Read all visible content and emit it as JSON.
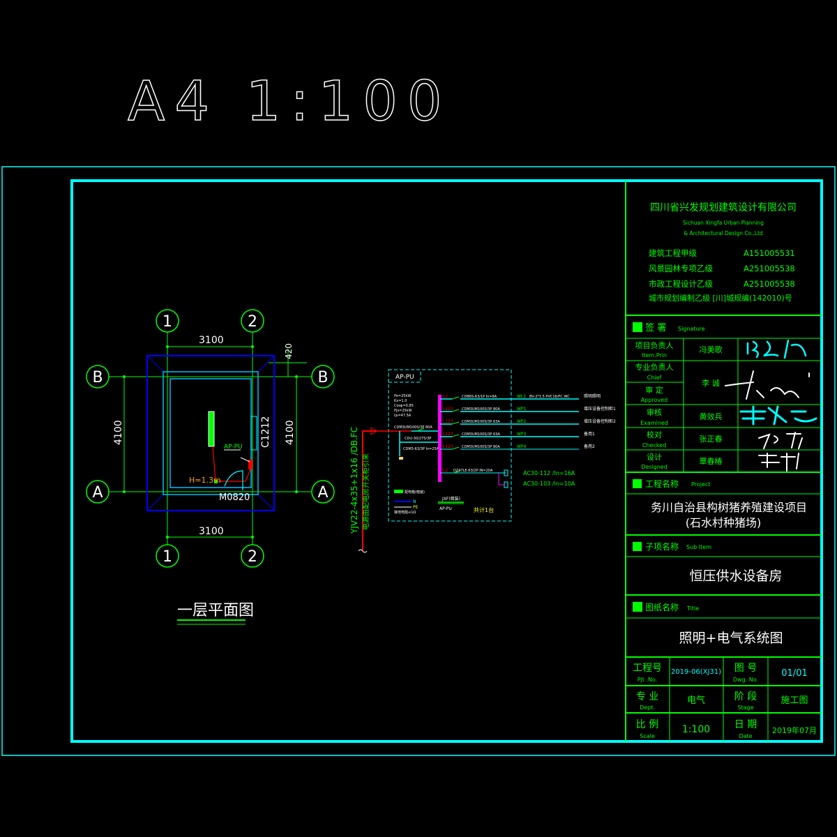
{
  "sheet": {
    "title": "A4  1:100"
  },
  "colors": {
    "frame": "#00ffff",
    "titleblock": "#00ff00",
    "bus": "#ff00ff",
    "feeder": "#ff0000"
  },
  "floor_plan": {
    "axes": {
      "col1": "1",
      "col2": "2",
      "rowA": "A",
      "rowB": "B"
    },
    "dim_width_top": "3100",
    "dim_width_bottom": "3100",
    "dim_height_left": "4100",
    "dim_height_right": "4100",
    "dim_eave": "420",
    "window": "C1212",
    "door": "M0820",
    "panel_tag": "AP-PU",
    "mount_height": "H=1.3m",
    "caption": "一层平面图"
  },
  "feeder": {
    "cable": "YJV22-4x35+1x16 /DB.FC",
    "source": "电源由配电房开关柜引来"
  },
  "panel": {
    "name": "AP-PU",
    "params": [
      "Pe=25kW",
      "Kx=1.0",
      "Cosφ=0.85",
      "Pjs=25kW",
      "Ijs=47.5A"
    ],
    "main_breaker": "CDM3UM100S/3P 80A",
    "spd": "CDU-30/275/3P",
    "spd_breaker": "CDM3-63/3P In=25A",
    "circuits": [
      {
        "phase": "L1",
        "breaker": "CDB6S-63/1P In=6A",
        "circuit": "WL1",
        "cable": "BV-2*1.5 PVC16/FC.WC",
        "load": "照明照明"
      },
      {
        "phase": "L123",
        "breaker": "CDM3UM100S/3P 80A",
        "circuit": "WP1",
        "cable": "",
        "load": "增压设备控制柜1"
      },
      {
        "phase": "L123",
        "breaker": "CDM3UM100S/3P 63A",
        "circuit": "WP2",
        "cable": "",
        "load": "增压设备控制柜2"
      },
      {
        "phase": "L123",
        "breaker": "CDM3UM100S/3P 63A",
        "circuit": "WP3",
        "cable": "",
        "load": "备用1"
      },
      {
        "phase": "L123",
        "breaker": "CDM3UM100S/3P 80A",
        "circuit": "WP4",
        "cable": "",
        "load": "备用2"
      }
    ],
    "socket_circuit": {
      "phase": "L2",
      "breaker": "DZ47LE-63/2P IN=20A"
    },
    "sockets": [
      "AC30-112 /In=16A",
      "AC30-103 /In=10A"
    ],
    "legend_box": "配电箱(暗装)",
    "legend_n": "N",
    "legend_pe": "PE",
    "legend_ground": "接地电阻≤1Ω",
    "box_type": "JXF(暗装)",
    "box_name": "AP-PU",
    "count": "共计1台"
  },
  "titleblock": {
    "company_cn": "四川省兴发规划建筑设计有限公司",
    "company_en1": "Sichuan Xingfa Urban Planning",
    "company_en2": "& Architectural Design Co.,Ltd",
    "licenses": [
      {
        "name": "建筑工程甲级",
        "code": "A151005531"
      },
      {
        "name": "风景园林专项乙级",
        "code": "A251005538"
      },
      {
        "name": "市政工程设计乙级",
        "code": "A251005538"
      }
    ],
    "planning_license": "城市规划编制乙级 [川]城规编(142010)号",
    "signature_header": {
      "cn": "签 署",
      "en": "Signature"
    },
    "roles": [
      {
        "cn": "项目负责人",
        "en": "Item.Prin",
        "person": "冯美歌"
      },
      {
        "cn": "专业负责人",
        "en": "Chief",
        "person": "李 诚"
      },
      {
        "cn": "审 定",
        "en": "Approved",
        "person": ""
      },
      {
        "cn": "审核",
        "en": "Examined",
        "person": "黄效兵"
      },
      {
        "cn": "校对",
        "en": "Checked",
        "person": "张正春"
      },
      {
        "cn": "设计",
        "en": "Designed",
        "person": "覃春椿"
      }
    ],
    "project_header": {
      "cn": "工程名称",
      "en": "Project"
    },
    "project_name1": "务川自治县构树猪养殖建设项目",
    "project_name2": "(石水村种猪场)",
    "subitem_header": {
      "cn": "子项名称",
      "en": "Sub Item"
    },
    "subitem_name": "恒压供水设备房",
    "title_header": {
      "cn": "图纸名称",
      "en": "Title"
    },
    "drawing_title": "照明+电气系统图",
    "info": {
      "pjt_cn": "工程号",
      "pjt_en": "Pjt .No.",
      "pjt_val": "2019-06(XJ31)",
      "dwg_cn": "图 号",
      "dwg_en": "Dwg. No.",
      "dwg_val": "01/01",
      "dept_cn": "专 业",
      "dept_en": "Dept.",
      "dept_val": "电气",
      "stage_cn": "阶 段",
      "stage_en": "Stage",
      "stage_val": "施工图",
      "scale_cn": "比 例",
      "scale_en": "Scale",
      "scale_val": "1:100",
      "date_cn": "日 期",
      "date_en": "Date",
      "date_val": "2019年07月"
    }
  }
}
